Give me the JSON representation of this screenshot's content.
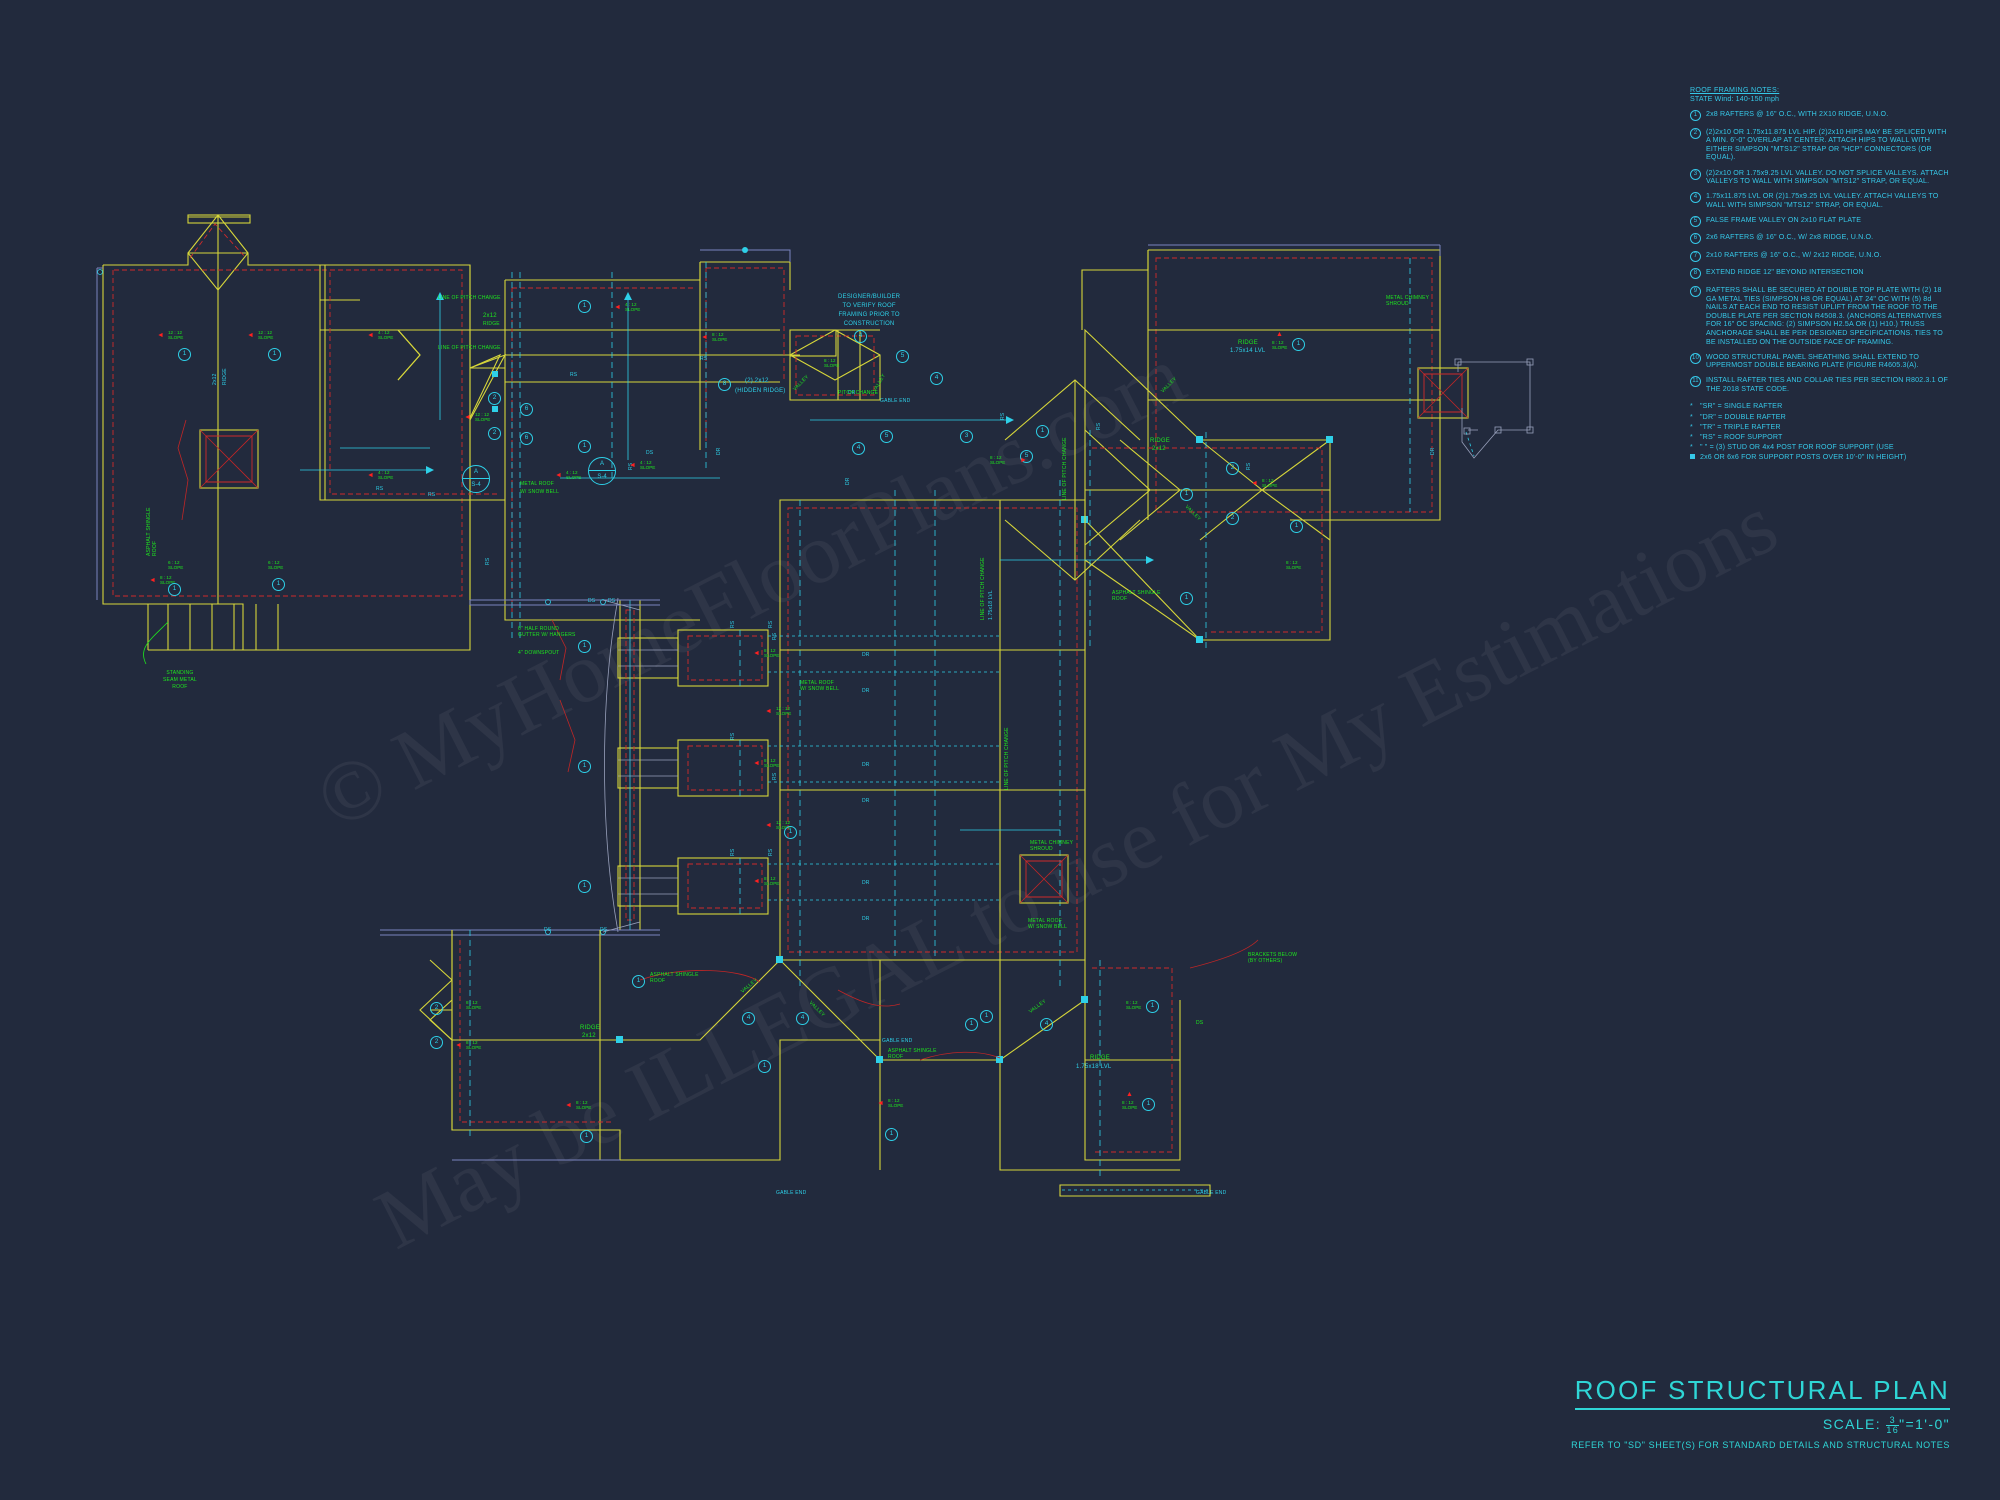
{
  "sheet": {
    "title": "ROOF STRUCTURAL PLAN",
    "scale_label": "SCALE:",
    "scale_num": "3",
    "scale_den": "16",
    "scale_rest": "\"=1'-0\"",
    "refer": "REFER TO \"SD\" SHEET(S) FOR STANDARD DETAILS AND STRUCTURAL NOTES",
    "bg_color": "#222a3d",
    "cyan": "#2ed0e8",
    "green": "#1ee81e",
    "red": "#e03030",
    "yellow": "#d6d63a",
    "teal_title": "#2fd6d6"
  },
  "watermark": {
    "line1": "© MyHomeFloorPlans.com",
    "line2": "May be ILLEGAL to use for My Estimations"
  },
  "notes": {
    "heading": "ROOF FRAMING NOTES:",
    "subheading": "STATE Wind:  140-150 mph",
    "items": [
      {
        "num": "1",
        "text": "2x8 RAFTERS @ 16\" O.C., WITH 2X10 RIDGE, U.N.O."
      },
      {
        "num": "2",
        "text": "(2)2x10 OR 1.75x11.875 LVL HIP.  (2)2x10 HIPS MAY BE SPLICED WITH A MIN. 6'-0\" OVERLAP AT CENTER. ATTACH HIPS TO WALL WITH EITHER SIMPSON \"MTS12\" STRAP OR \"HCP\" CONNECTORS (OR EQUAL)."
      },
      {
        "num": "3",
        "text": "(2)2x10 OR 1.75x9.25 LVL VALLEY.  DO NOT SPLICE VALLEYS.  ATTACH VALLEYS TO WALL WITH  SIMPSON \"MTS12\" STRAP, OR EQUAL."
      },
      {
        "num": "4",
        "text": "1.75x11.875 LVL OR (2)1.75x9.25 LVL VALLEY.  ATTACH VALLEYS TO WALL WITH SIMPSON \"MTS12\" STRAP, OR EQUAL."
      },
      {
        "num": "5",
        "text": "FALSE FRAME VALLEY ON 2x10 FLAT PLATE"
      },
      {
        "num": "6",
        "text": "2x6 RAFTERS @ 16\" O.C., W/ 2x8 RIDGE, U.N.O."
      },
      {
        "num": "7",
        "text": "2x10 RAFTERS @ 16\" O.C., W/ 2x12 RIDGE, U.N.O."
      },
      {
        "num": "8",
        "text": "EXTEND RIDGE 12\" BEYOND INTERSECTION"
      },
      {
        "num": "9",
        "text": "RAFTERS SHALL BE SECURED AT DOUBLE TOP PLATE WITH (2) 18 GA METAL TIES (SIMPSON H8 OR EQUAL) AT 24\" OC WITH (5) 8d NAILS AT EACH END TO RESIST UPLIFT FROM THE ROOF TO THE DOUBLE PLATE PER SECTION R4508.3. (ANCHORS ALTERNATIVES FOR 16\" OC SPACING: (2) SIMPSON H2.5A OR (1) H10.) TRUSS ANCHORAGE SHALL BE PER DESIGNED SPECIFICATIONS. TIES TO BE INSTALLED ON THE OUTSIDE FACE OF FRAMING."
      },
      {
        "num": "10",
        "text": "WOOD STRUCTURAL PANEL SHEATHING SHALL EXTEND TO UPPERMOST DOUBLE BEARING PLATE (FIGURE R4605.3(A)."
      },
      {
        "num": "11",
        "text": "INSTALL RAFTER TIES AND COLLAR TIES PER SECTION R802.3.1 OF THE 2018 STATE CODE."
      }
    ],
    "legend": [
      {
        "bullet": "*",
        "text": "\"SR\"  = SINGLE RAFTER"
      },
      {
        "bullet": "*",
        "text": "\"DR\" = DOUBLE RAFTER"
      },
      {
        "bullet": "*",
        "text": "\"TR\" = TRIPLE RAFTER"
      },
      {
        "bullet": "*",
        "text": "\"RS\" = ROOF SUPPORT"
      },
      {
        "bullet": "*",
        "text": "\" \" = (3) STUD OR 4x4 POST FOR ROOF SUPPORT (USE"
      },
      {
        "bullet": "sq",
        "text": "2x6 OR 6x6 FOR SUPPORT POSTS OVER 10'-0\" IN HEIGHT)"
      }
    ]
  },
  "callouts": {
    "designer_note": "DESIGNER/BUILDER\nTO VERIFY ROOF\nFRAMING PRIOR TO\nCONSTRUCTION",
    "hidden_ridge": "(2) 2x12",
    "hidden_ridge_2": "(HIDDEN RIDGE)",
    "standing_seam": "STANDING\nSEAM METAL\nROOF",
    "gutter": "6\" HALF ROUND\nGUTTER W/ HANGERS",
    "downspout": "4\" DOWNSPOUT",
    "metal_roof_bell": "METAL ROOF\nW/ SNOW BELL",
    "brackets_below": "BRACKETS BELOW\n(BY OTHERS)",
    "asphalt_shingle": "ASPHALT SHINGLE\nROOF",
    "metal_chimney": "METAL CHIMNEY\nSHROUD",
    "pitch_change": "LINE OF PITCH CHANGE",
    "gable_end": "GABLE END",
    "valley": "VALLEY",
    "ridge": "RIDGE",
    "ridge_2x12": "2x12",
    "ridge_lvl_175x14": "1.75x14 LVL",
    "ridge_lvl_175x18": "1.75x18 LVL",
    "rs": "RS",
    "dr": "DR",
    "ds": "DS",
    "detail_a": "A",
    "detail_a_sheet": "S-4"
  },
  "slopes": [
    {
      "pitch": "12 : 12",
      "word": "SLOPE"
    },
    {
      "pitch": "4 : 12",
      "word": "SLOPE"
    },
    {
      "pitch": "8 : 12",
      "word": "SLOPE"
    },
    {
      "pitch": "6 : 12",
      "word": "SLOPE"
    }
  ]
}
